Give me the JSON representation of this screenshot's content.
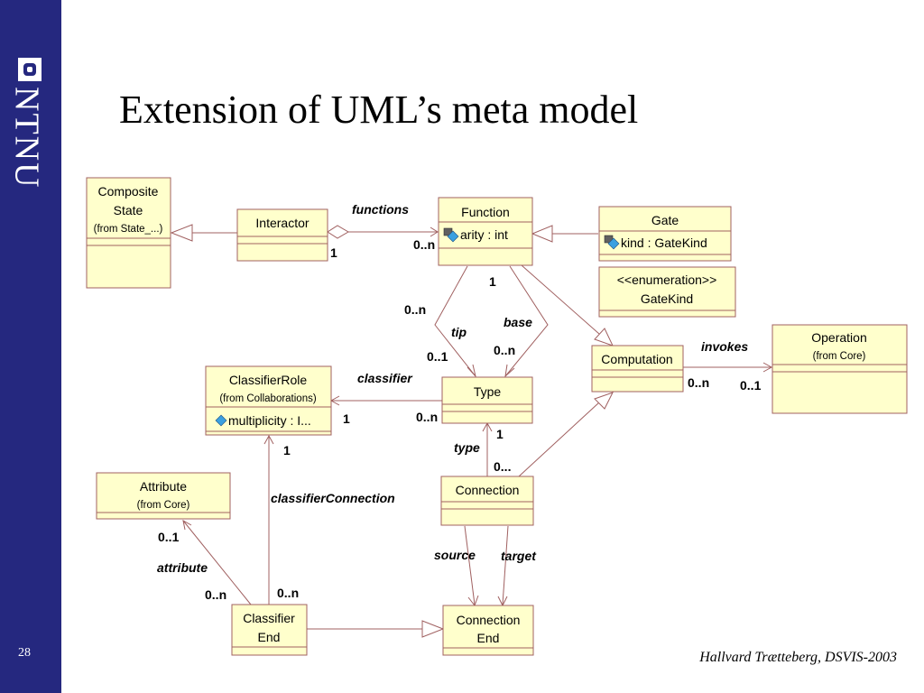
{
  "slide": {
    "title": "Extension of UML’s meta model",
    "page_number": "28",
    "footer": "Hallvard Trætteberg, DSVIS-2003",
    "logo_text": "NTNU"
  },
  "colors": {
    "sidebar": "#25287f",
    "class_fill": "#ffffcc",
    "class_border": "#a06060"
  },
  "classes": {
    "composite_state": {
      "line1": "Composite",
      "line2": "State",
      "from": "(from State_...)"
    },
    "interactor": {
      "name": "Interactor"
    },
    "function": {
      "name": "Function",
      "attr": "arity : int",
      "attr_icon": "lock-attribute-icon"
    },
    "gate": {
      "name": "Gate",
      "attr": "kind : GateKind",
      "attr_icon": "lock-attribute-icon"
    },
    "gatekind": {
      "stereotype": "<<enumeration>>",
      "name": "GateKind"
    },
    "operation": {
      "name": "Operation",
      "from": "(from Core)"
    },
    "computation": {
      "name": "Computation"
    },
    "classifier_role": {
      "name": "ClassifierRole",
      "from": "(from Collaborations)",
      "attr": "multiplicity : I...",
      "attr_icon": "diamond-attribute-icon"
    },
    "type": {
      "name": "Type"
    },
    "attribute": {
      "name": "Attribute",
      "from": "(from Core)"
    },
    "connection": {
      "name": "Connection"
    },
    "classifier_end": {
      "line1": "Classifier",
      "line2": "End"
    },
    "connection_end": {
      "line1": "Connection",
      "line2": "End"
    }
  },
  "labels": {
    "functions_role": "functions",
    "functions_mult_src": "1",
    "functions_mult_dst": "0..n",
    "function_mult_below": "1",
    "tip_role": "tip",
    "tip_mult_src": "0..n",
    "tip_mult_dst": "0..1",
    "base_role": "base",
    "base_mult": "0..n",
    "invokes_role": "invokes",
    "invokes_mult_src": "0..n",
    "invokes_mult_dst": "0..1",
    "classifier_role": "classifier",
    "classifier_mult_src": "1",
    "classifier_mult_dst": "0..n",
    "type_role": "type",
    "type_mult_src": "1",
    "type_mult_dst": "0...",
    "classifierConnection_role": "classifierConnection",
    "classifierConnection_mult_src": "1",
    "classifierConnection_mult_dst": "0..n",
    "attribute_role": "attribute",
    "attribute_mult_src": "0..1",
    "attribute_mult_dst": "0..n",
    "source_role": "source",
    "target_role": "target"
  }
}
